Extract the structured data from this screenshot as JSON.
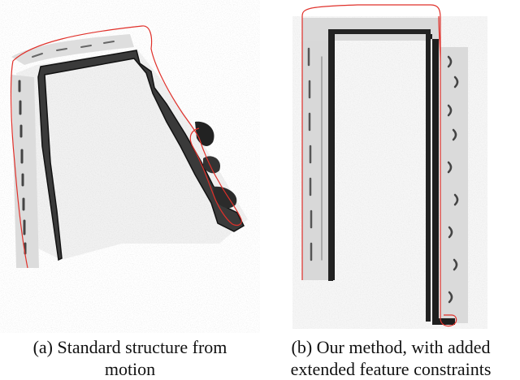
{
  "panels": [
    {
      "caption_line1": "(a) Standard structure from",
      "caption_line2": "motion"
    },
    {
      "caption_line1": "(b) Our method, with added",
      "caption_line2": "extended feature constraints"
    }
  ],
  "colors": {
    "map_dark": "#1a1a1a",
    "map_medium": "#555555",
    "map_light": "#b8b8b8",
    "trajectory": "#e0302a",
    "background": "#ffffff"
  }
}
